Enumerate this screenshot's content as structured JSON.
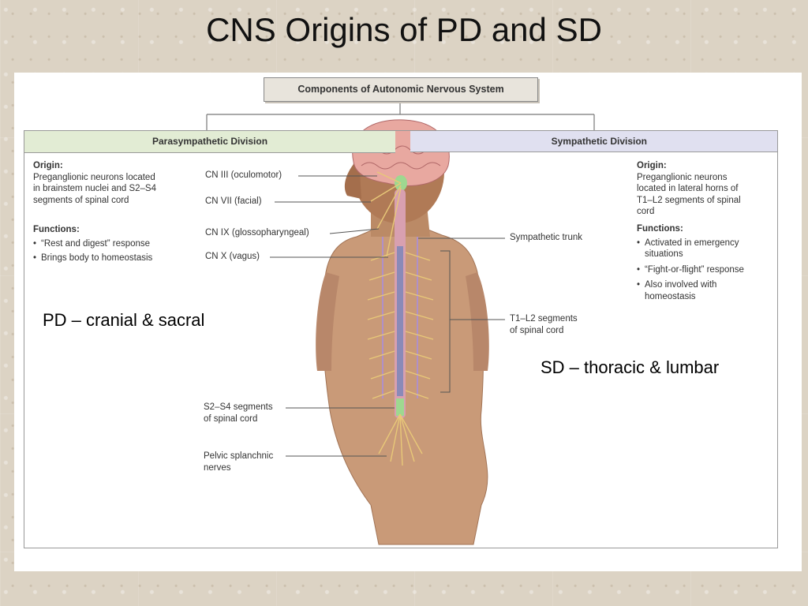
{
  "slide": {
    "title": "CNS Origins of PD and SD"
  },
  "diagram": {
    "top_box": "Components of Autonomic Nervous System",
    "parasympathetic": {
      "heading": "Parasympathetic Division",
      "origin_label": "Origin:",
      "origin_text": [
        "Preganglionic neurons located",
        "in brainstem nuclei and S2–S4",
        "segments of spinal cord"
      ],
      "functions_label": "Functions:",
      "functions": [
        "“Rest and digest” response",
        "Brings body to homeostasis"
      ]
    },
    "sympathetic": {
      "heading": "Sympathetic Division",
      "origin_label": "Origin:",
      "origin_text": [
        "Preganglionic neurons",
        "located in lateral horns of",
        "T1–L2 segments of spinal",
        "cord"
      ],
      "functions_label": "Functions:",
      "functions": [
        [
          "Activated in emergency",
          "situations"
        ],
        [
          "“Fight-or-flight” response"
        ],
        [
          "Also involved with",
          "homeostasis"
        ]
      ]
    },
    "labels": {
      "cn3": "CN III (oculomotor)",
      "cn7": "CN VII (facial)",
      "cn9": "CN IX (glossopharyngeal)",
      "cn10": "CN X (vagus)",
      "sympathetic_trunk": "Sympathetic trunk",
      "t1l2": [
        "T1–L2 segments",
        "of spinal cord"
      ],
      "s2s4": [
        "S2–S4 segments",
        "of spinal cord"
      ],
      "pelvic": [
        "Pelvic splanchnic",
        "nerves"
      ]
    },
    "annotations": {
      "pd": "PD – cranial & sacral",
      "sd": "SD – thoracic & lumbar"
    }
  },
  "colors": {
    "parasympathetic_header": "#e2ecd4",
    "sympathetic_header": "#e0e0f0",
    "spinal_cord": "#8a8ab8",
    "nerves": "#e8c878"
  }
}
